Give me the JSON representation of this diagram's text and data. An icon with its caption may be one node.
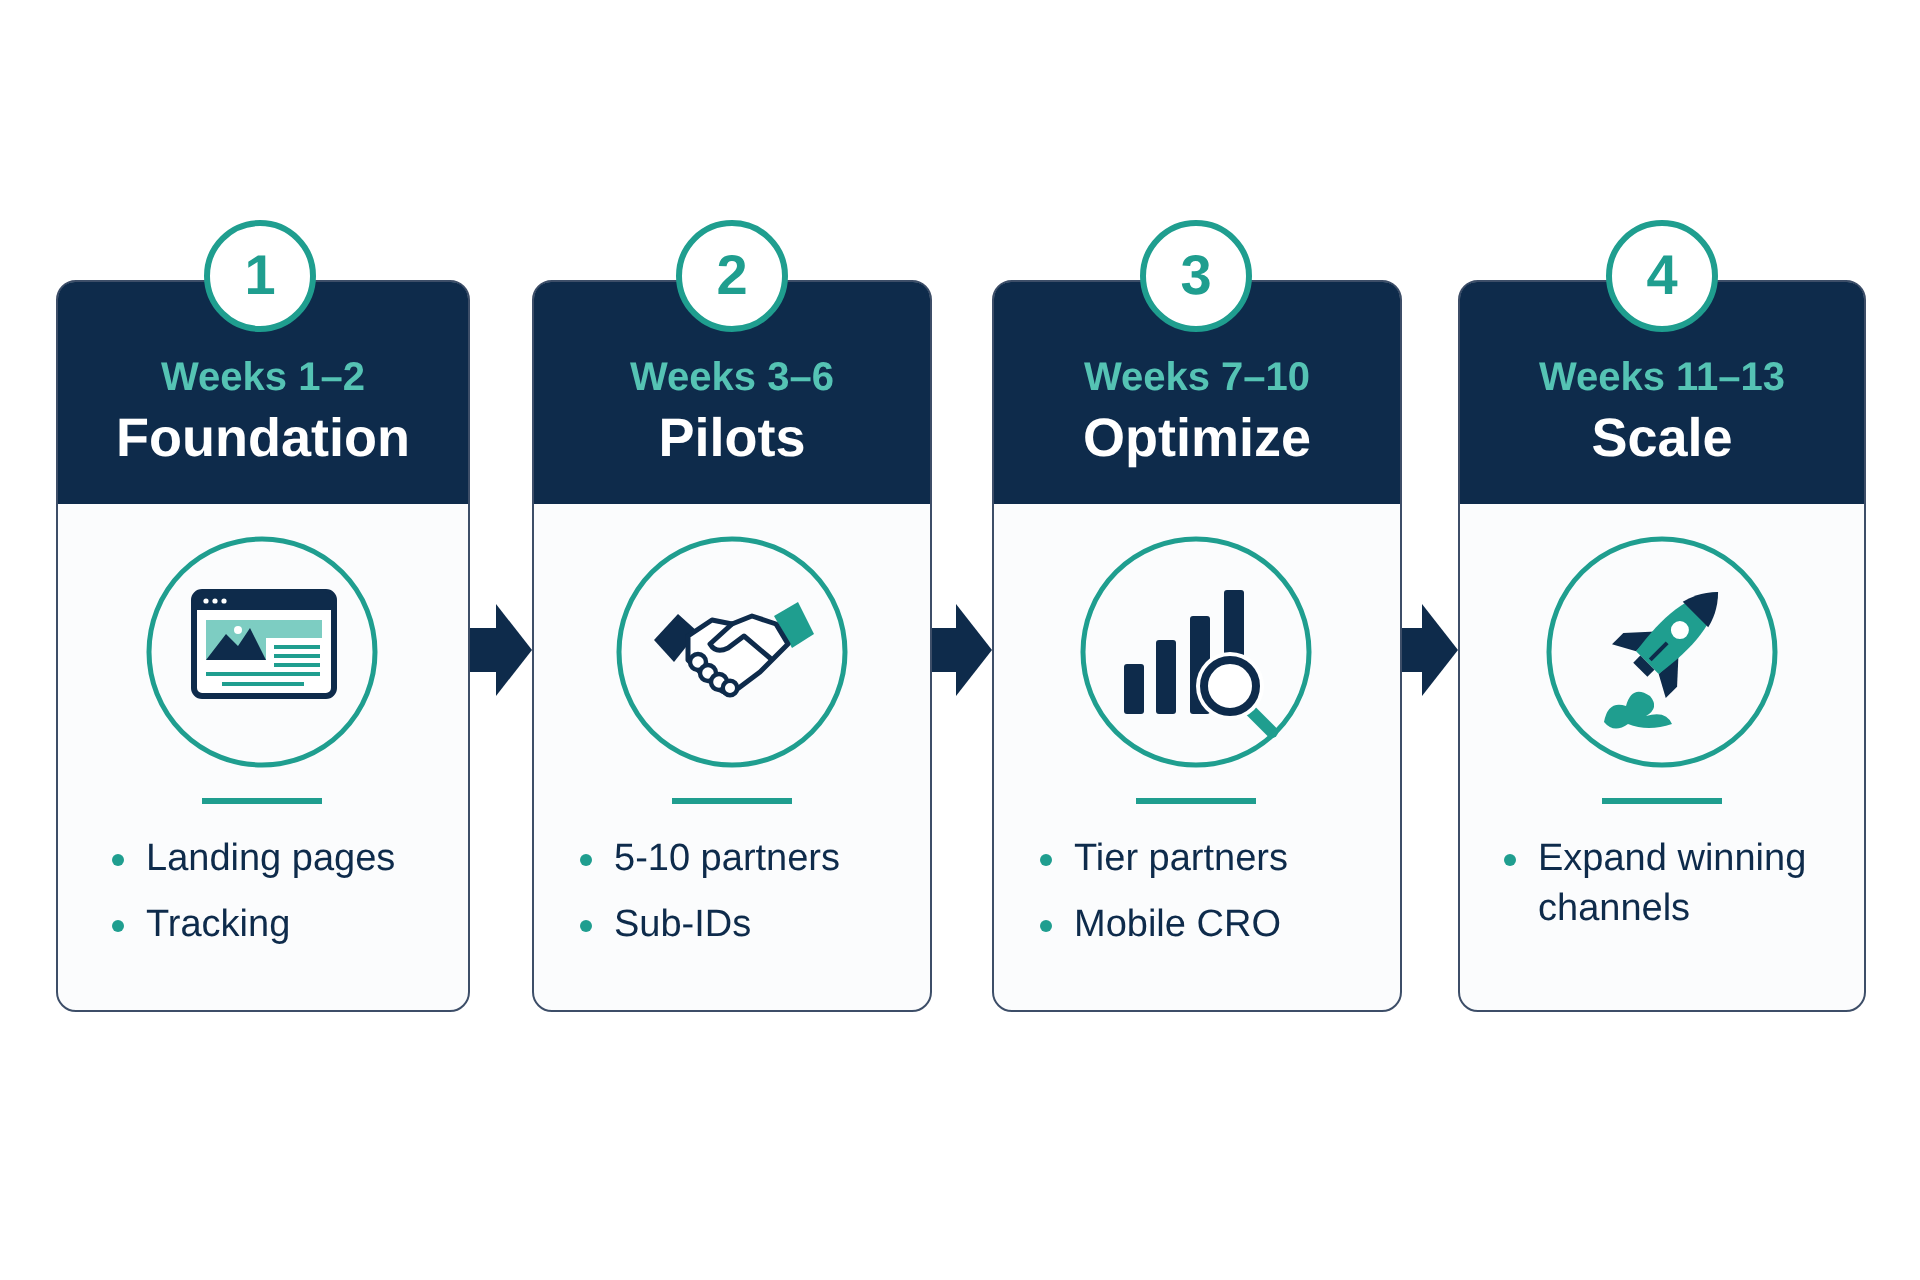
{
  "diagram": {
    "nodes": [
      {
        "text": [
          "1"
        ]
      },
      {
        "text": [
          "Weeks 1–2",
          "Foundation",
          "Landing pages",
          "Tracking"
        ]
      },
      {
        "text": [
          "2"
        ]
      },
      {
        "text": [
          "Weeks 3–6",
          "Pilots",
          "5-10 partners",
          "Sub-IDs"
        ]
      },
      {
        "text": [
          "3"
        ]
      },
      {
        "text": [
          "Weeks 7–10",
          "Optimize",
          "Tier partners",
          "Mobile CRO"
        ]
      },
      {
        "text": [
          "4"
        ]
      },
      {
        "text": [
          "Weeks 11–13",
          "Scale",
          "Expand winning channels"
        ]
      }
    ],
    "edges": [
      {
        "from": 1,
        "to": 3,
        "arrow": "to"
      },
      {
        "from": 3,
        "to": 5,
        "arrow": "to"
      },
      {
        "from": 5,
        "to": 7,
        "arrow": "to"
      }
    ]
  }
}
